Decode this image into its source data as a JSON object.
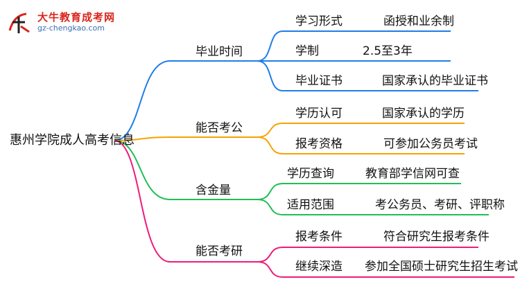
{
  "logo": {
    "brand": "大牛教育成考网",
    "url": "gz-chengkao.com"
  },
  "colors": {
    "blue": "#1f7de8",
    "orange": "#f5a300",
    "green": "#1fbf55",
    "pink": "#ee1b79"
  },
  "root": "惠州学院成人高考信息",
  "branches": [
    {
      "label": "毕业时间",
      "items": [
        {
          "key": "学习形式",
          "value": "函授和业余制"
        },
        {
          "key": "学制",
          "value": "2.5至3年"
        },
        {
          "key": "毕业证书",
          "value": "国家承认的毕业证书"
        }
      ]
    },
    {
      "label": "能否考公",
      "items": [
        {
          "key": "学历认可",
          "value": "国家承认的学历"
        },
        {
          "key": "报考资格",
          "value": "可参加公务员考试"
        }
      ]
    },
    {
      "label": "含金量",
      "items": [
        {
          "key": "学历查询",
          "value": "教育部学信网可查"
        },
        {
          "key": "适用范围",
          "value": "考公务员、考研、评职称"
        }
      ]
    },
    {
      "label": "能否考研",
      "items": [
        {
          "key": "报考条件",
          "value": "符合研究生报考条件"
        },
        {
          "key": "继续深造",
          "value": "参加全国硕士研究生招生考试"
        }
      ]
    }
  ]
}
